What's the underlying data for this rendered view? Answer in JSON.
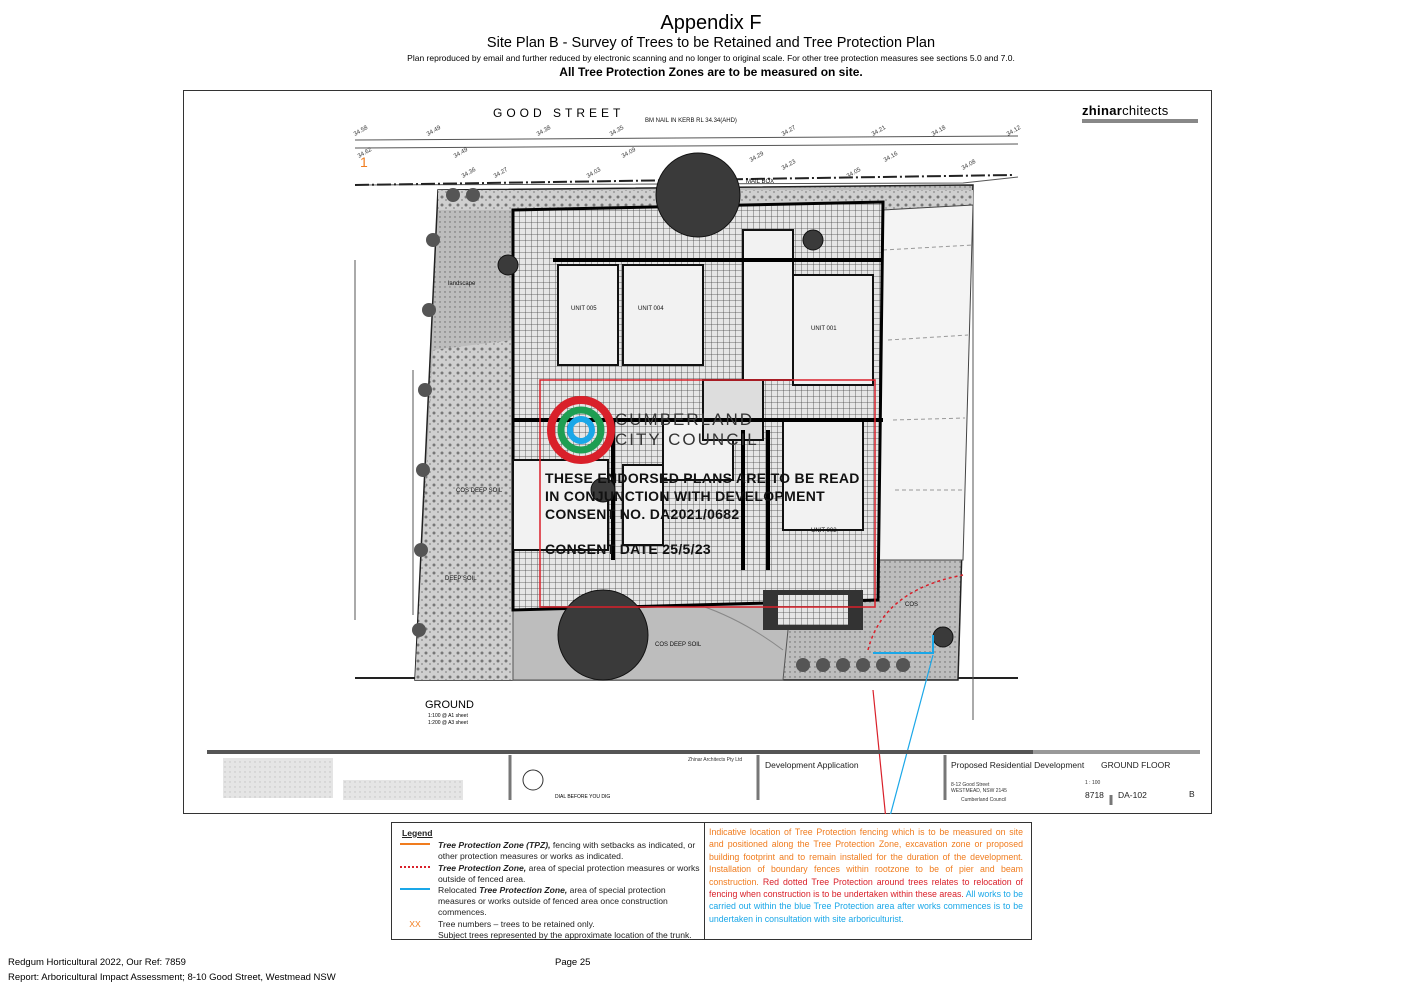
{
  "header": {
    "title": "Appendix F",
    "subtitle": "Site Plan B - Survey of Trees to be Retained and Tree Protection Plan",
    "note": "Plan reproduced by email and further reduced by electronic scanning and no longer to original scale. For other tree protection measures see sections 5.0 and 7.0.",
    "emphasis": "All Tree Protection Zones are to be measured on site."
  },
  "plan": {
    "street": "GOOD STREET",
    "logo_bold": "zhinar",
    "logo_rest": "chitects",
    "tree_number": "1",
    "bm_note": "BM NAIL IN KERB RL 34.34(AHD)",
    "mail_box": "MAIL BOX",
    "landscape": "landscape",
    "units": [
      "UNIT 005",
      "UNIT 004",
      "UNIT 001",
      "UNIT 002"
    ],
    "deep_soil": [
      "COS DEEP SOIL",
      "DEEP SOIL",
      "COS DEEP SOIL",
      "COS"
    ],
    "levels": [
      "34.58",
      "34.62",
      "34.49",
      "34.49",
      "34.38",
      "34.35",
      "34.27",
      "34.21",
      "34.18",
      "34.12",
      "34.36",
      "34.27",
      "34.03",
      "34.09",
      "34.29",
      "34.23",
      "34.05",
      "34.16",
      "34.08"
    ],
    "council_line1": "CUMBERLAND",
    "council_line2": "CITY COUNCIL",
    "stamp": [
      "THESE ENDORSED PLANS ARE TO BE READ",
      "IN CONJUNCTION WITH DEVELOPMENT",
      "CONSENT NO. DA2021/0682",
      "CONSENT DATE 25/5/23"
    ],
    "drawing_name": "GROUND",
    "drawing_scale": [
      "1:100 @ A1 sheet",
      "1:200 @ A3 sheet"
    ]
  },
  "title_block": {
    "firm": "Zhinar Architects Pty Ltd",
    "status": "Development Application",
    "project": "Proposed Residential Development",
    "drawing": "GROUND FLOOR",
    "address1": "8-12 Good Street",
    "address2": "WESTMEAD, NSW 2145",
    "council": "Cumberland Council",
    "scale": "1 : 100",
    "job": "8718",
    "drawing_no": "DA-102",
    "revision": "B",
    "dial": "DIAL BEFORE YOU DIG"
  },
  "legend": {
    "title": "Legend",
    "items": [
      {
        "bold": "Tree Protection Zone (TPZ),",
        "text": " fencing with setbacks as indicated, or other protection measures or works as indicated."
      },
      {
        "bold": "Tree Protection Zone,",
        "text": " area of special protection measures or works outside of fenced area."
      },
      {
        "pre": "Relocated ",
        "bold": "Tree Protection Zone,",
        "text": " area of special protection measures or works outside of fenced area once construction commences."
      },
      {
        "symbol": "XX",
        "text": "Tree numbers – trees to be retained only."
      },
      {
        "text": "Subject trees represented by the approximate location of the trunk."
      }
    ],
    "note_orange": "Indicative location of Tree Protection fencing which is to be measured on site and positioned along the Tree Protection Zone, excavation zone or proposed building footprint and to remain installed for the duration of the development. Installation of boundary fences within rootzone to be of pier and beam construction.",
    "note_red": " Red dotted Tree Protection around trees relates to relocation of fencing when construction is to be undertaken within these areas.",
    "note_blue": " All works to be carried out within the blue Tree Protection area after works commences is to be undertaken in consultation with site arboriculturist."
  },
  "footer": {
    "line1": "Redgum Horticultural 2022, Our Ref: 7859",
    "line2": "Report: Arboricultural Impact Assessment; 8-10 Good Street, Westmead NSW",
    "page": "Page 25"
  },
  "colors": {
    "orange": "#f07c1e",
    "red": "#d9202a",
    "blue": "#1aa7e8"
  }
}
